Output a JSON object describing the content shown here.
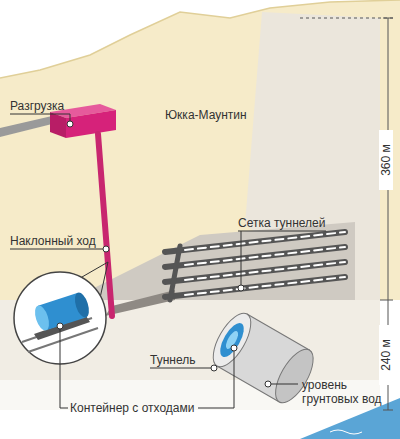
{
  "diagram": {
    "labels": [
      "Разгрузка",
      "Юкка-Маунтин",
      "Сетка туннелей",
      "Наклонный ход",
      "360 м",
      "240 м",
      "Туннель",
      "уровень грунтовых вод",
      "Контейнер с отходами"
    ]
  }
}
